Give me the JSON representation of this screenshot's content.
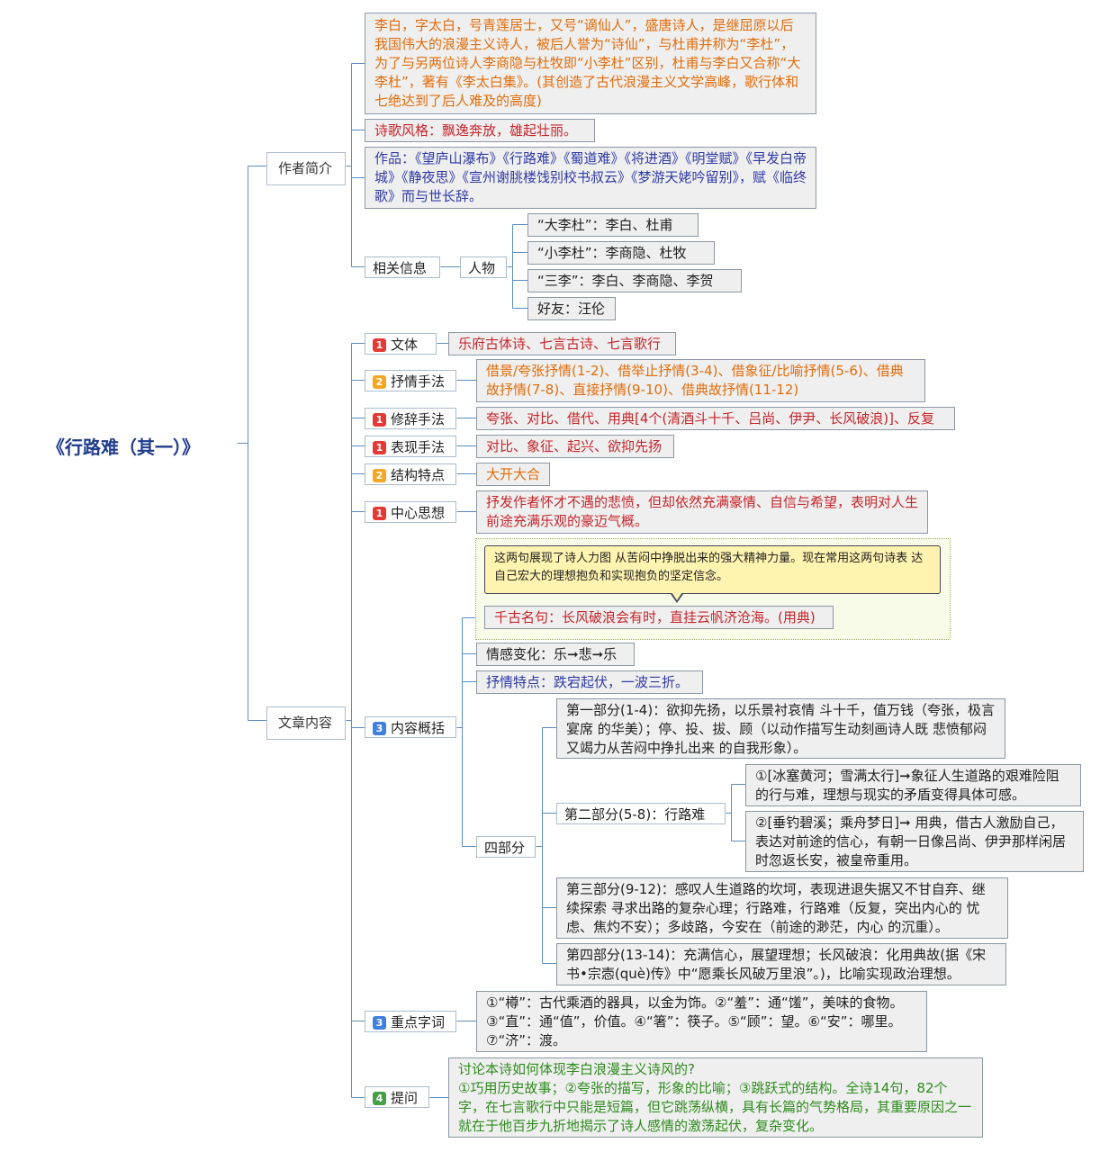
{
  "root": "《行路难（其一）》",
  "author_intro": {
    "label": "作者简介",
    "bio": "李白，字太白，号青莲居士，又号“谪仙人”，盛唐诗人，是继屈原以后我国伟大的浪漫主义诗人，被后人誉为“诗仙”，与杜甫并称为“李杜”，为了与另两位诗人李商隐与杜牧即“小李杜”区别，杜甫与李白又合称“大李杜”，著有《李太白集》。(其创造了古代浪漫主义文学高峰，歌行体和七绝达到了后人难及的高度)",
    "style": "诗歌风格：飘逸奔放，雄起壮丽。",
    "works": "作品：《望庐山瀑布》《行路难》《蜀道难》《将进酒》《明堂赋》《早发白帝城》《静夜思》《宣州谢朓楼饯别校书叔云》《梦游天姥吟留别》，赋《临终歌》而与世长辞。",
    "related": {
      "label": "相关信息",
      "people_label": "人物",
      "people": [
        "“大李杜”：李白、杜甫",
        "“小李杜”：李商隐、杜牧",
        "“三李”：李白、李商隐、李贺",
        "好友：汪伦"
      ]
    }
  },
  "article": {
    "label": "文章内容",
    "topics": [
      {
        "priority": "1",
        "label": "文体",
        "text": "乐府古体诗、七言古诗、七言歌行"
      },
      {
        "priority": "2",
        "label": "抒情手法",
        "text": "借景/夸张抒情(1-2)、借举止抒情(3-4)、借象征/比喻抒情(5-6)、借典故抒情(7-8)、直接抒情(9-10)、借典故抒情(11-12)"
      },
      {
        "priority": "1",
        "label": "修辞手法",
        "text": "夸张、对比、借代、用典[4个(清酒斗十千、吕尚、伊尹、长风破浪)]、反复"
      },
      {
        "priority": "1",
        "label": "表现手法",
        "text": "对比、象征、起兴、欲抑先扬"
      },
      {
        "priority": "2",
        "label": "结构特点",
        "text": "大开大合"
      },
      {
        "priority": "1",
        "label": "中心思想",
        "text": "抒发作者怀才不遇的悲愤，但却依然充满豪情、自信与希望，表明对人生前途充满乐观的豪迈气概。"
      }
    ],
    "summary": {
      "priority": "3",
      "label": "内容概括",
      "callout": "这两句展现了诗人力图 从苦闷中挣脱出来的强大精神力量。现在常用这两句诗表 达自己宏大的理想抱负和实现抱负的坚定信念。",
      "famous": "千古名句：长风破浪会有时，直挂云帆济沧海。(用典)",
      "emotion": "情感变化：乐➞悲➞乐",
      "feature": "抒情特点：跌宕起伏，一波三折。",
      "four_parts_label": "四部分",
      "part1": "第一部分(1-4)：欲抑先扬，以乐景衬哀情 斗十千，值万钱（夸张，极言宴席 的华美）；停、投、拔、顾（以动作描写生动刻画诗人既 悲愤郁闷又竭力从苦闷中挣扎出来 的自我形象）。",
      "part2_label": "第二部分(5-8)：行路难",
      "part2_a": "①[冰塞黄河；雪满太行]➞象征人生道路的艰难险阻的行与难，理想与现实的矛盾变得具体可感。",
      "part2_b": "②[垂钓碧溪；乘舟梦日]➞ 用典，借古人激励自己，表达对前途的信心，有朝一日像吕尚、伊尹那样闲居时忽返长安，被皇帝重用。",
      "part3": "第三部分(9-12)：感叹人生道路的坎坷，表现进退失据又不甘自弃、继续探索 寻求出路的复杂心理；行路难，行路难（反复，突出内心的 忧虑、焦灼不安）；多歧路，今安在（前途的渺茫，内心 的沉重）。",
      "part4": "第四部分(13-14)：充满信心，展望理想；长风破浪：化用典故(据《宋书•宗悫(què)传》中“愿乘长风破万里浪”。)，比喻实现政治理想。"
    },
    "keywords": {
      "priority": "3",
      "label": "重点字词",
      "text": "①“樽”：古代乘酒的器具，以金为饰。②“羞”：通“馐”，美味的食物。③“直”：通“值”，价值。④“箸”：筷子。⑤“顾”：望。⑥“安”：哪里。⑦“济”：渡。"
    },
    "question": {
      "priority": "4",
      "label": "提问",
      "text": "讨论本诗如何体现李白浪漫主义诗风的?\n①巧用历史故事；②夸张的描写，形象的比喻；③跳跃式的结构。全诗14句，82个字，在七言歌行中只能是短篇，但它跳荡纵横，具有长篇的气势格局，其重要原因之一就在于他百步九折地揭示了诗人感情的激荡起伏，复杂变化。"
    }
  },
  "colors": {
    "line": "#5b8dbf",
    "orange": "#e46c0a",
    "red": "#c8242a",
    "blue": "#2e3aa6",
    "green": "#2e8b1d",
    "root": "#1f3c8a"
  }
}
